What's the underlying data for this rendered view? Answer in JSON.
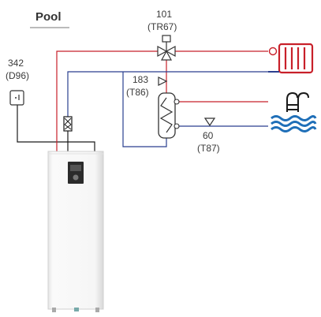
{
  "title": "Pool",
  "labels": {
    "valve_number": "101",
    "valve_code": "(TR67)",
    "sensor_left_number": "342",
    "sensor_left_code": "(D96)",
    "sensor_hx_number": "183",
    "sensor_hx_code": "(T86)",
    "sensor_pool_number": "60",
    "sensor_pool_code": "(T87)"
  },
  "icons": [
    "radiator-icon",
    "pool-icon",
    "shunt-valve-icon",
    "heat-exchanger-icon",
    "outdoor-sensor-icon",
    "heat-pump-unit"
  ],
  "colors": {
    "flow_line": "#c8202a",
    "return_line": "#2a3f8f",
    "control_line": "#1a1a1a",
    "pool_water": "#1f6fb8"
  }
}
